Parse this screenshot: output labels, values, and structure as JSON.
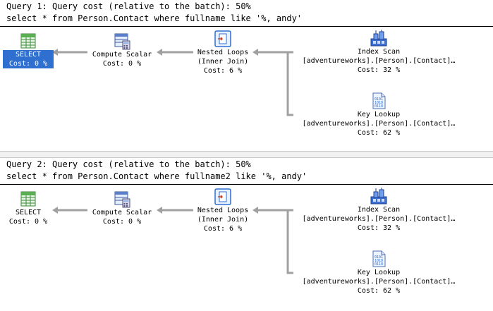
{
  "colors": {
    "selection": "#2f6fd0",
    "arrow": "#a0a0a0",
    "rule": "#000000"
  },
  "queries": [
    {
      "header": "Query 1: Query cost (relative to the batch): 50%",
      "sql": "select * from Person.Contact where fullname like '%, andy'",
      "nodes": {
        "select": {
          "name": "SELECT",
          "cost": "Cost: 0 %",
          "icon": "select-icon",
          "selected": true
        },
        "compute": {
          "name": "Compute Scalar",
          "cost": "Cost: 0 %",
          "icon": "compute-scalar-icon"
        },
        "nested": {
          "name": "Nested Loops",
          "sub": "(Inner Join)",
          "cost": "Cost: 6 %",
          "icon": "nested-loops-icon"
        },
        "index": {
          "name": "Index Scan",
          "sub": "[adventureworks].[Person].[Contact]…",
          "cost": "Cost: 32 %",
          "icon": "index-scan-icon"
        },
        "key": {
          "name": "Key Lookup",
          "sub": "[adventureworks].[Person].[Contact]…",
          "cost": "Cost: 62 %",
          "icon": "key-lookup-icon"
        }
      }
    },
    {
      "header": "Query 2: Query cost (relative to the batch): 50%",
      "sql": "select * from Person.Contact where fullname2 like '%, andy'",
      "nodes": {
        "select": {
          "name": "SELECT",
          "cost": "Cost: 0 %",
          "icon": "select-icon",
          "selected": false
        },
        "compute": {
          "name": "Compute Scalar",
          "cost": "Cost: 0 %",
          "icon": "compute-scalar-icon"
        },
        "nested": {
          "name": "Nested Loops",
          "sub": "(Inner Join)",
          "cost": "Cost: 6 %",
          "icon": "nested-loops-icon"
        },
        "index": {
          "name": "Index Scan",
          "sub": "[adventureworks].[Person].[Contact]…",
          "cost": "Cost: 32 %",
          "icon": "index-scan-icon"
        },
        "key": {
          "name": "Key Lookup",
          "sub": "[adventureworks].[Person].[Contact]…",
          "cost": "Cost: 62 %",
          "icon": "key-lookup-icon"
        }
      }
    }
  ]
}
